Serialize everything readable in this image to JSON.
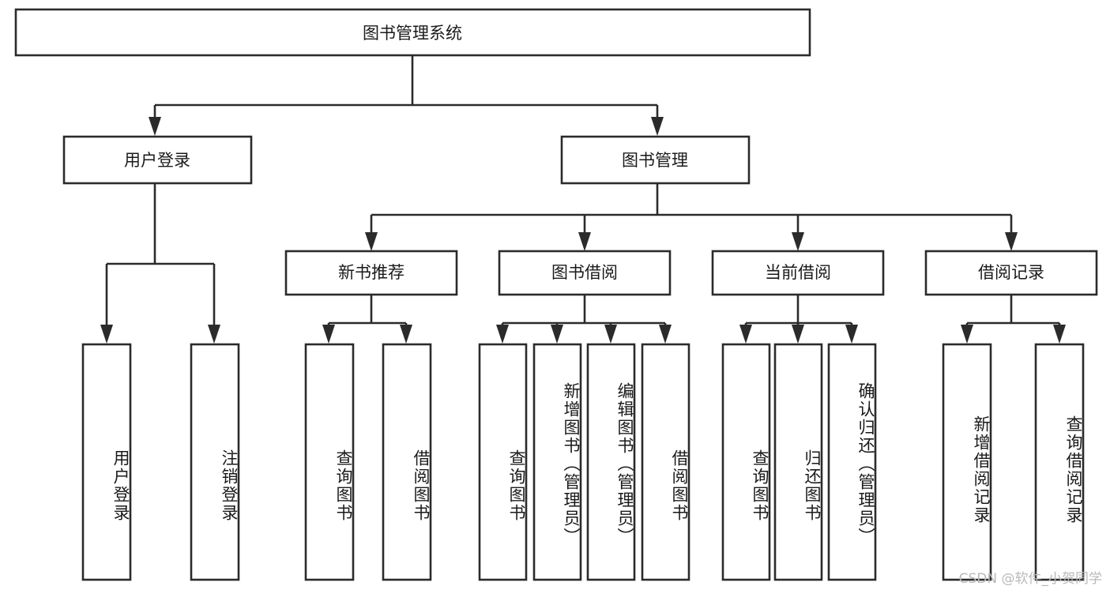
{
  "diagram": {
    "title": "图书管理系统",
    "type": "tree-hierarchy-functional-decomposition",
    "root": {
      "id": "root",
      "label": "图书管理系统"
    },
    "level2": [
      {
        "id": "user-login",
        "label": "用户登录"
      },
      {
        "id": "book-management",
        "label": "图书管理"
      }
    ],
    "level3": [
      {
        "id": "new-book-recommend",
        "label": "新书推荐",
        "parent": "book-management"
      },
      {
        "id": "book-borrow",
        "label": "图书借阅",
        "parent": "book-management"
      },
      {
        "id": "current-borrow",
        "label": "当前借阅",
        "parent": "book-management"
      },
      {
        "id": "borrow-record",
        "label": "借阅记录",
        "parent": "book-management"
      }
    ],
    "leaves": [
      {
        "id": "leaf-user-login",
        "label": "用户登录",
        "parent": "user-login"
      },
      {
        "id": "leaf-logout-login",
        "label": "注销登录",
        "parent": "user-login"
      },
      {
        "id": "leaf-query-book-1",
        "label": "查询图书",
        "parent": "new-book-recommend"
      },
      {
        "id": "leaf-borrow-book-1",
        "label": "借阅图书",
        "parent": "new-book-recommend"
      },
      {
        "id": "leaf-query-book-2",
        "label": "查询图书",
        "parent": "book-borrow"
      },
      {
        "id": "leaf-add-book",
        "label": "新增图书（管理员）",
        "parent": "book-borrow"
      },
      {
        "id": "leaf-edit-book",
        "label": "编辑图书（管理员）",
        "parent": "book-borrow"
      },
      {
        "id": "leaf-borrow-book-2",
        "label": "借阅图书",
        "parent": "book-borrow"
      },
      {
        "id": "leaf-query-book-3",
        "label": "查询图书",
        "parent": "current-borrow"
      },
      {
        "id": "leaf-return-book",
        "label": "归还图书",
        "parent": "current-borrow"
      },
      {
        "id": "leaf-confirm-return",
        "label": "确认归还（管理员）",
        "parent": "current-borrow"
      },
      {
        "id": "leaf-add-record",
        "label": "新增借阅记录",
        "parent": "borrow-record"
      },
      {
        "id": "leaf-query-record",
        "label": "查询借阅记录",
        "parent": "borrow-record"
      }
    ],
    "colors": {
      "stroke": "#2b2b2b",
      "fill": "#ffffff",
      "text": "#1a1a1a",
      "watermark": "#b9b9b9"
    }
  },
  "watermark": {
    "text": "CSDN @软件_小贺同学"
  }
}
